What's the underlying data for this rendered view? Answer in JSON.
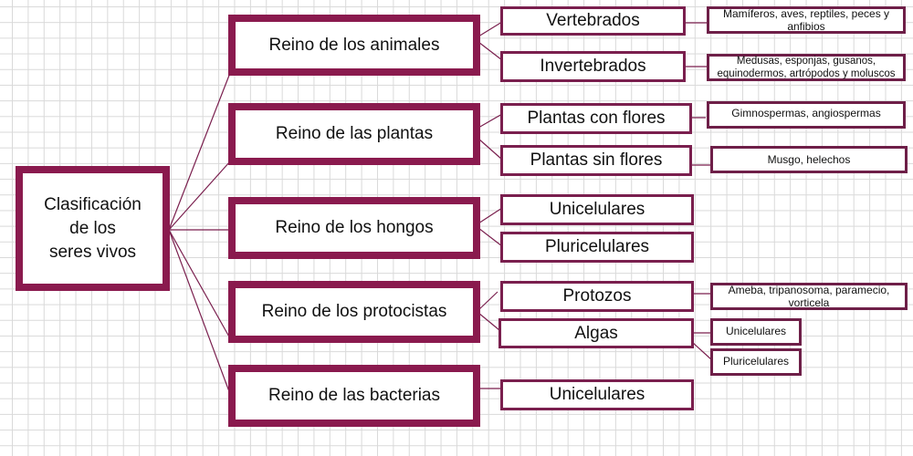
{
  "colors": {
    "accent": "#8a1a4e",
    "connector": "#7a1f4e",
    "grid": "#d9d9d9"
  },
  "root": {
    "label": "Clasificación de los seres vivos",
    "lines": [
      "Clasificación",
      "de los",
      "seres vivos"
    ]
  },
  "kingdoms": [
    {
      "label": "Reino de los animales",
      "children": [
        {
          "label": "Vertebrados",
          "detail": "Mamíferos, aves, reptiles, peces y anfibios"
        },
        {
          "label": "Invertebrados",
          "detail": "Medusas, esponjas, gusanos, equinodermos, artrópodos y moluscos"
        }
      ]
    },
    {
      "label": "Reino de las plantas",
      "children": [
        {
          "label": "Plantas con flores",
          "detail": "Gimnospermas, angiospermas"
        },
        {
          "label": "Plantas sin flores",
          "detail": "Musgo, helechos"
        }
      ]
    },
    {
      "label": "Reino de los hongos",
      "children": [
        {
          "label": "Unicelulares"
        },
        {
          "label": "Pluricelulares"
        }
      ]
    },
    {
      "label": "Reino de los protocistas",
      "children": [
        {
          "label": "Protozoos_display",
          "display": "Protozos",
          "detail": "Ameba, tripanosoma, paramecio, vorticela"
        },
        {
          "label": "Algas",
          "details": [
            "Unicelulares",
            "Pluricelulares"
          ]
        }
      ]
    },
    {
      "label": "Reino de las bacterias",
      "children": [
        {
          "label": "Unicelulares"
        }
      ]
    }
  ]
}
